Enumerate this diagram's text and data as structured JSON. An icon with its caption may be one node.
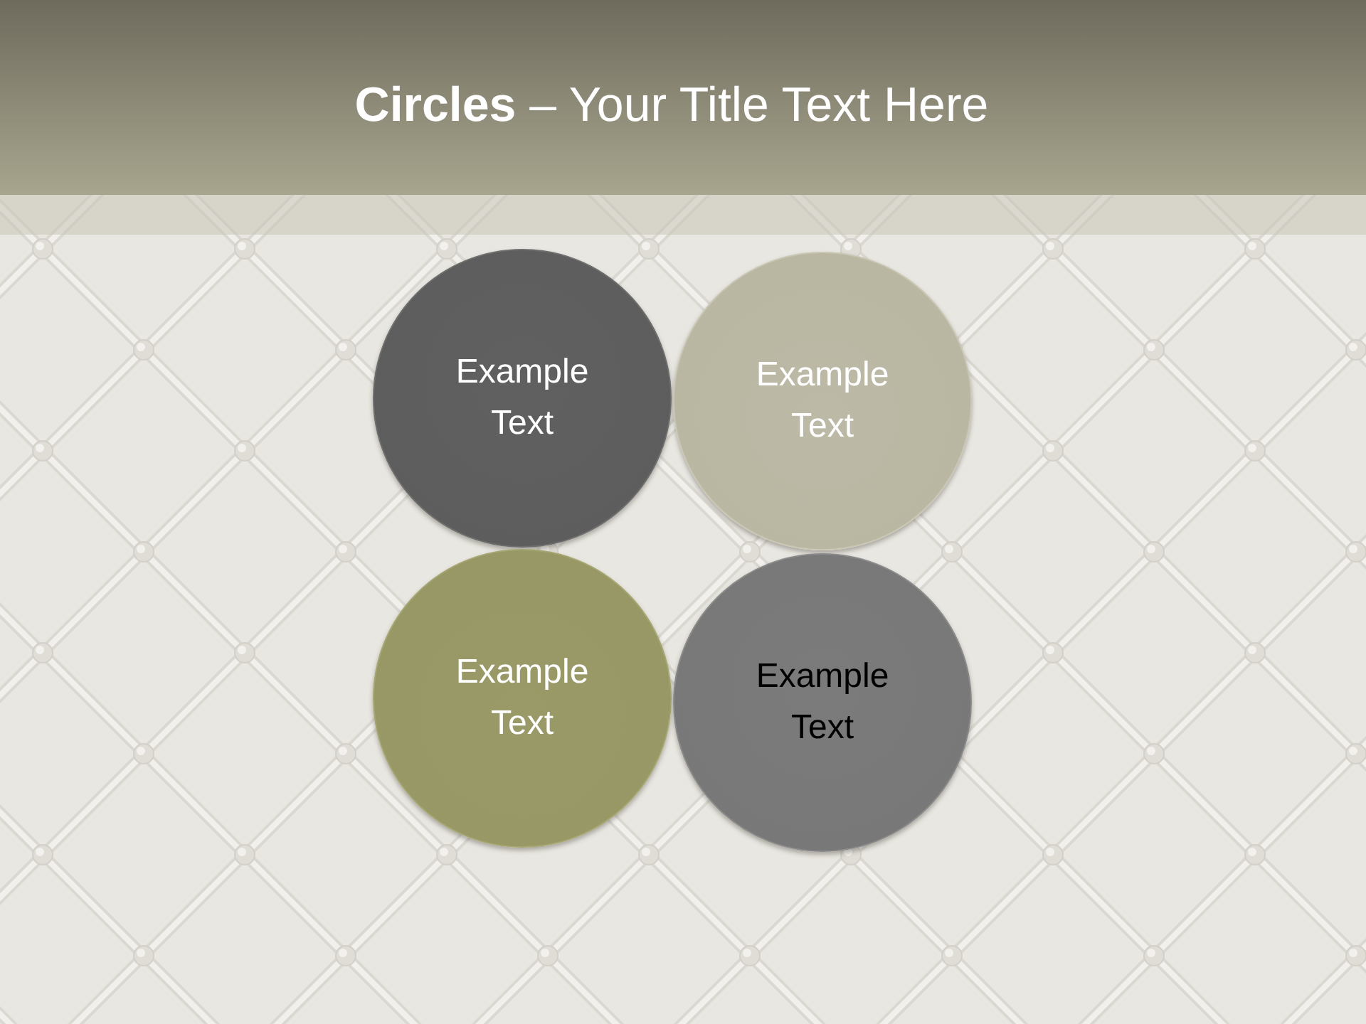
{
  "diagram": {
    "title": "**Circles** – Your Title Text Here",
    "nodes": [
      {
        "text": [
          "Example Text"
        ]
      },
      {
        "text": [
          "Example Text"
        ]
      },
      {
        "text": [
          "Example Text"
        ]
      },
      {
        "text": [
          "Example Text"
        ]
      }
    ]
  }
}
